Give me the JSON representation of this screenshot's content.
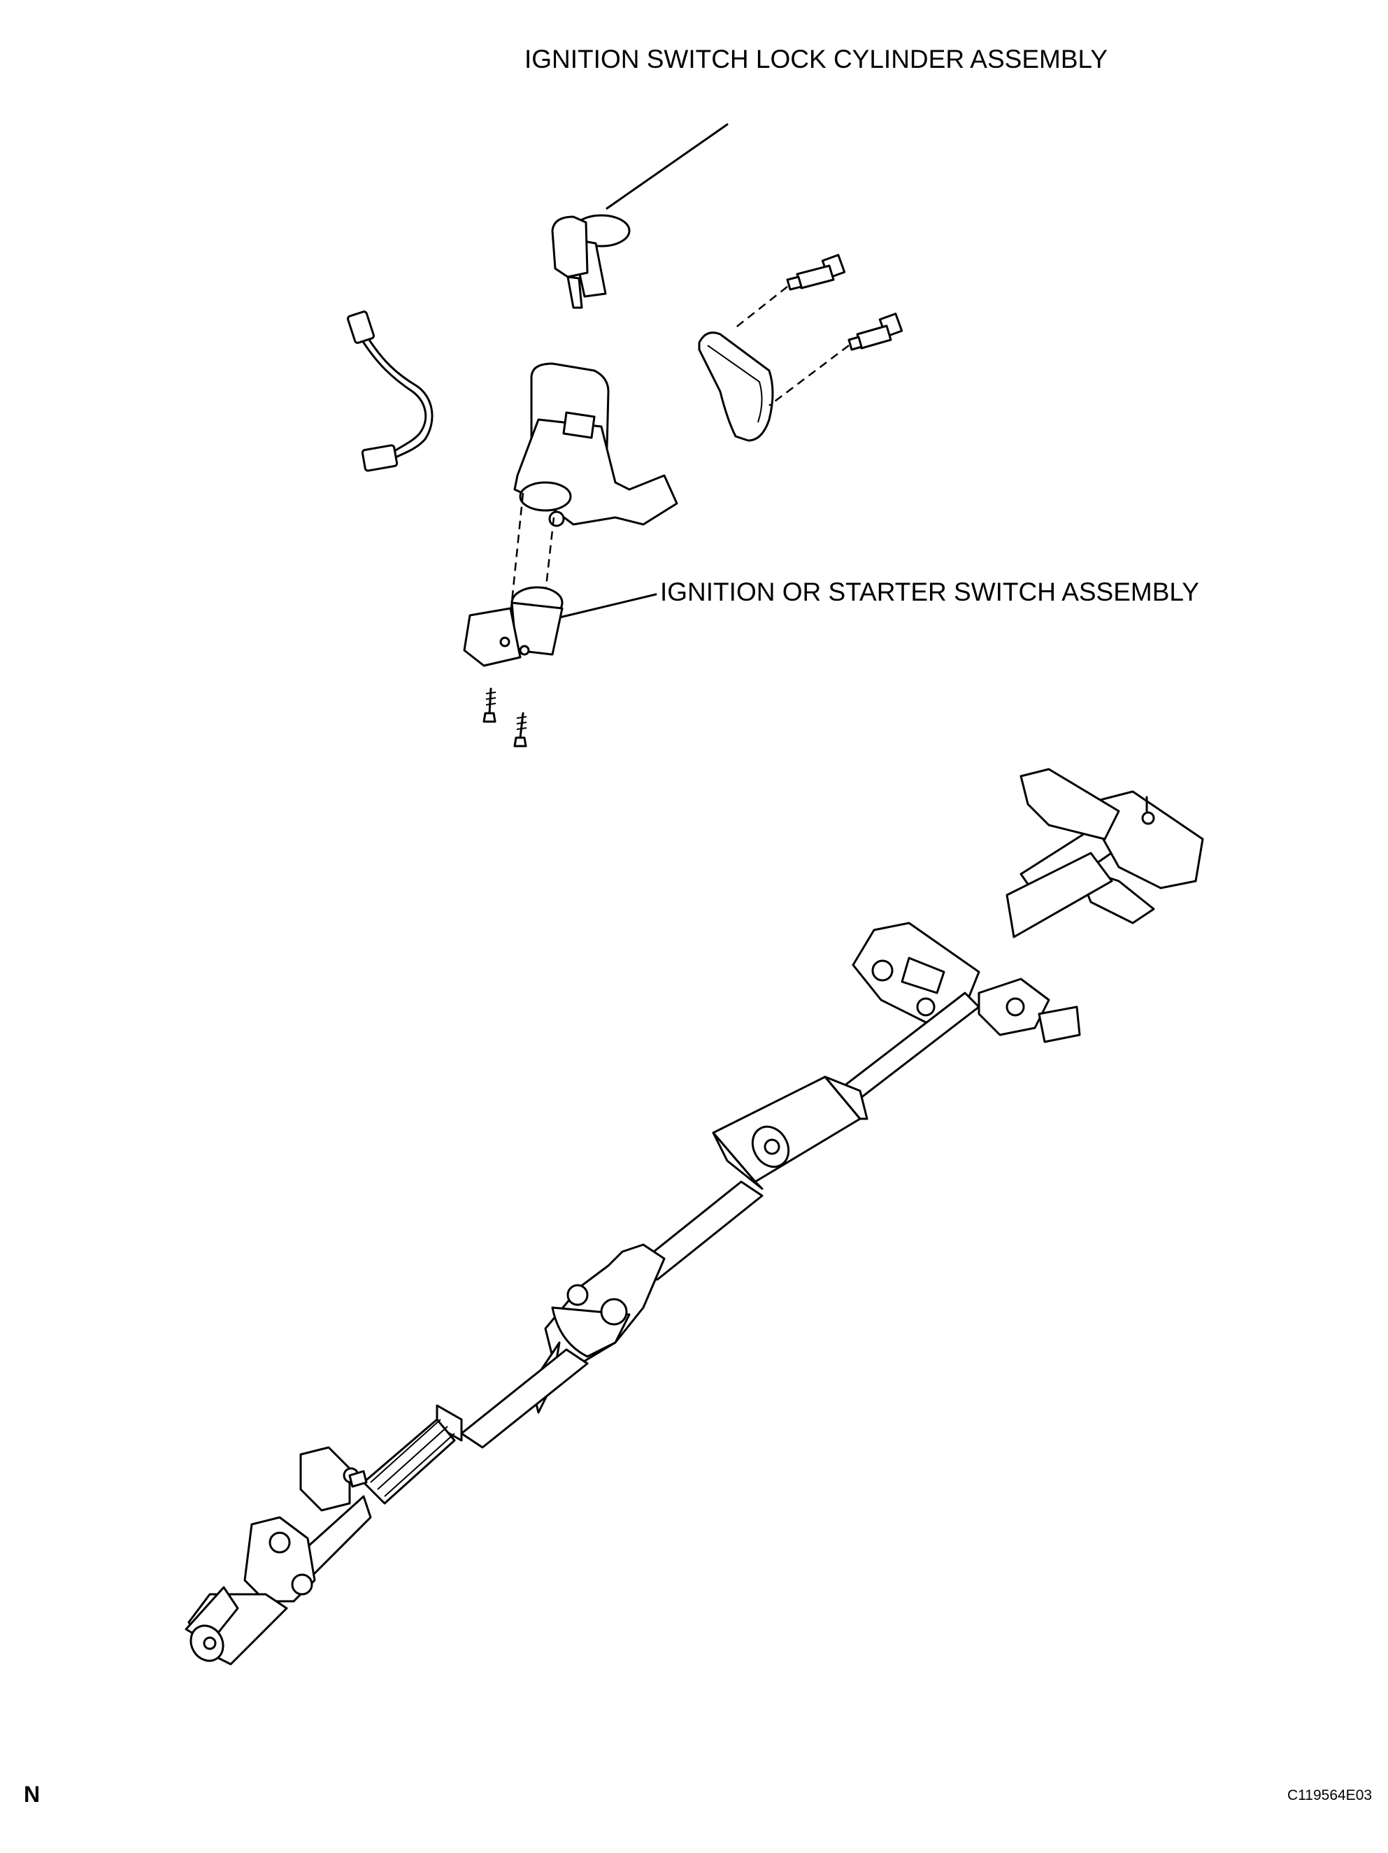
{
  "labels": {
    "lock_cylinder": "IGNITION SWITCH LOCK CYLINDER ASSEMBLY",
    "ignition_switch": "IGNITION OR STARTER SWITCH ASSEMBLY",
    "orientation_mark": "N",
    "figure_code": "C119564E03"
  },
  "colors": {
    "line": "#000000",
    "background": "#ffffff"
  },
  "icons": [
    "screw-icon",
    "bolt-icon",
    "wire-harness-icon"
  ]
}
